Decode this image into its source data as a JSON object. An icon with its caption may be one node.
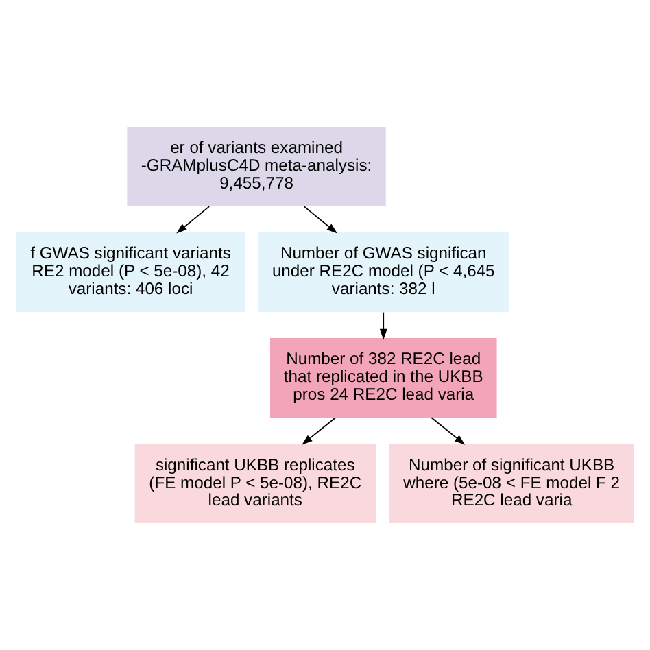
{
  "diagram": {
    "nodes": [
      {
        "text": [
          "er of variants examined -GRAMplusC4D meta-analysis: 9,455,778"
        ]
      },
      {
        "text": [
          "f GWAS significant variants RE2 model (P < 5e-08), 42 variants: 406 loci"
        ]
      },
      {
        "text": [
          "Number of GWAS significan under RE2C model (P < 4,645 variants: 382 l"
        ]
      },
      {
        "text": [
          "Number of 382 RE2C lead that replicated in the UKBB pros 24 RE2C lead varia"
        ]
      },
      {
        "text": [
          "significant UKBB replicates (FE model P < 5e-08), RE2C lead variants"
        ]
      },
      {
        "text": [
          "Number of significant UKBB where (5e-08 < FE model F 2 RE2C lead varia"
        ]
      }
    ],
    "edges": [
      {
        "from": 0,
        "to": 1,
        "arrow": "to"
      },
      {
        "from": 0,
        "to": 2,
        "arrow": "to"
      },
      {
        "from": 2,
        "to": 3,
        "arrow": "to"
      },
      {
        "from": 3,
        "to": 4,
        "arrow": "to"
      },
      {
        "from": 3,
        "to": 5,
        "arrow": "to"
      }
    ]
  }
}
